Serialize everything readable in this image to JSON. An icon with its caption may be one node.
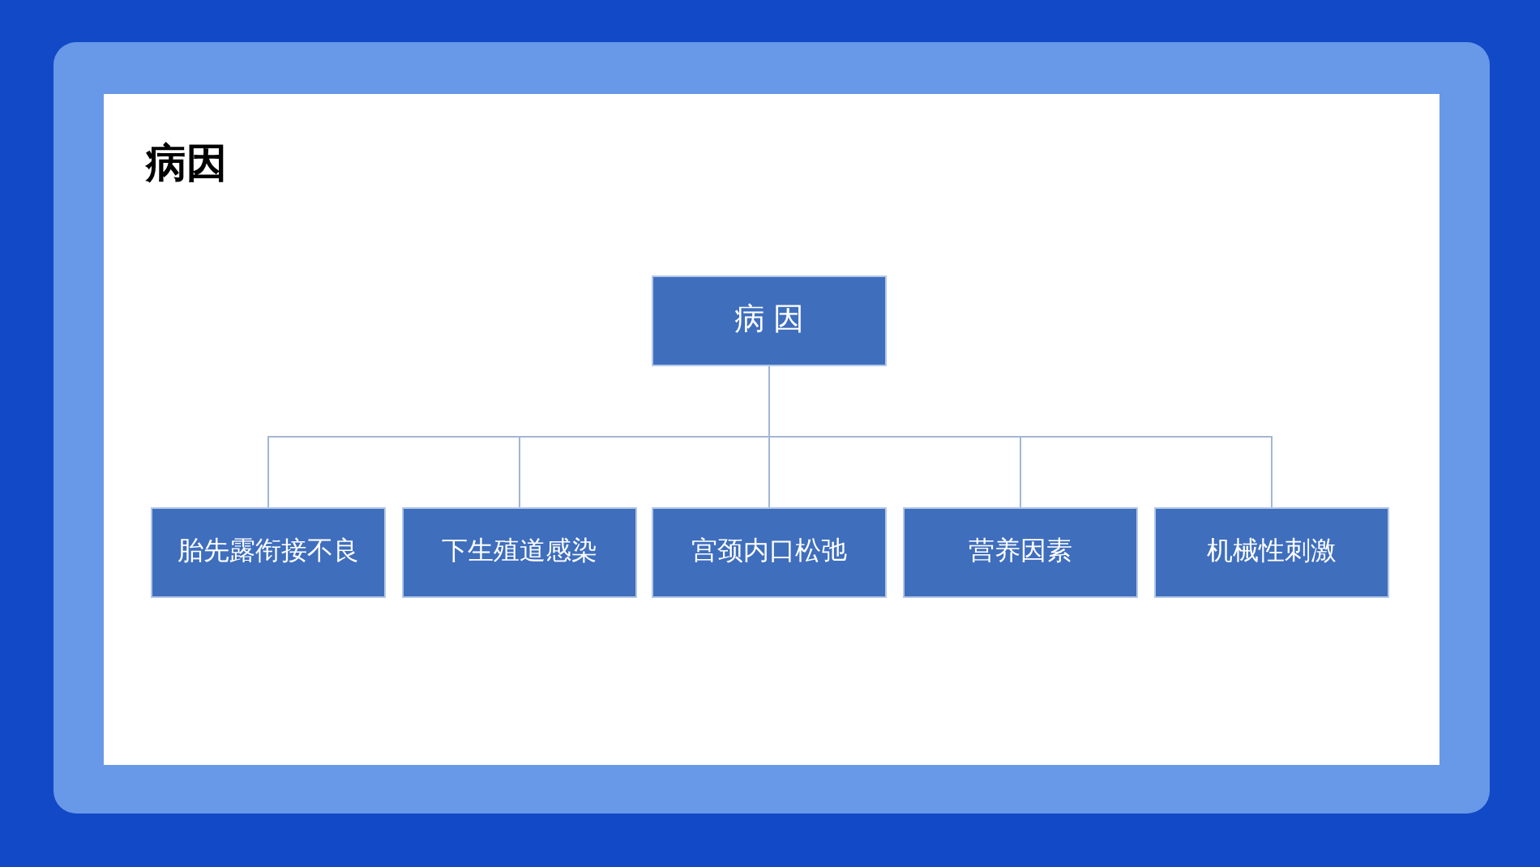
{
  "diagram": {
    "title": "病因",
    "nodes": [
      {
        "text": [
          "病 因"
        ]
      },
      {
        "text": [
          "胎先露衔接不良"
        ]
      },
      {
        "text": [
          "下生殖道感染"
        ]
      },
      {
        "text": [
          "宫颈内口松弛"
        ]
      },
      {
        "text": [
          "营养因素"
        ]
      },
      {
        "text": [
          "机械性刺激"
        ]
      }
    ],
    "edges": [
      {
        "from": 0,
        "to": 1,
        "arrow": "none"
      },
      {
        "from": 0,
        "to": 2,
        "arrow": "none"
      },
      {
        "from": 0,
        "to": 3,
        "arrow": "none"
      },
      {
        "from": 0,
        "to": 4,
        "arrow": "none"
      },
      {
        "from": 0,
        "to": 5,
        "arrow": "none"
      }
    ]
  }
}
